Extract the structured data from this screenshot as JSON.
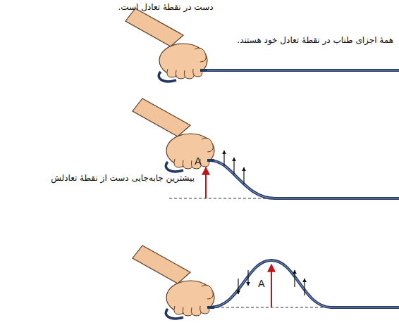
{
  "diagram": {
    "labels": [
      "دست در نقطهٔ تعادل است.",
      "همهٔ اجزای طناب در نقطهٔ تعادل خود هستند.",
      "A",
      "بیشترین جابه‌جایی دست از نقطهٔ تعادلش",
      "A"
    ]
  }
}
